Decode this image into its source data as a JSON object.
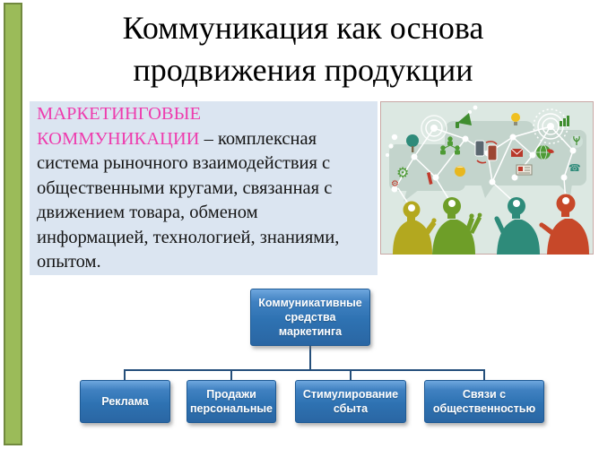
{
  "slide": {
    "title": {
      "lines": [
        "Коммуникация как основа",
        "продвижения продукции"
      ]
    },
    "definition": {
      "term_lines": [
        "МАРКЕТИНГОВЫЕ",
        "КОММУНИКАЦИИ"
      ],
      "body": " – комплексная система рыночного взаимодействия с общественными кругами, связанная с движением товара, обменом информацией, технологией, знаниями, опытом.",
      "term_color": "#EE3CAE",
      "background": "#DBE5F1"
    },
    "illustration": {
      "alt": "people-communication-network-illustration",
      "background": "#DCE8E2",
      "border_color": "#C8A8A4",
      "person_colors": [
        "#B3A81F",
        "#6E9E28",
        "#2E8B7A",
        "#C74829"
      ]
    },
    "diagram": {
      "root_label": "Коммуникативные средства маркетинга",
      "children": [
        "Реклама",
        "Продажи персональные",
        "Стимулирование сбыта",
        "Связи с общественностью"
      ],
      "box_color": "#2E72B2",
      "connector_color": "#254F7B",
      "text_color": "#FFFFFF"
    },
    "accent_bar_color": "#9BBB59"
  }
}
